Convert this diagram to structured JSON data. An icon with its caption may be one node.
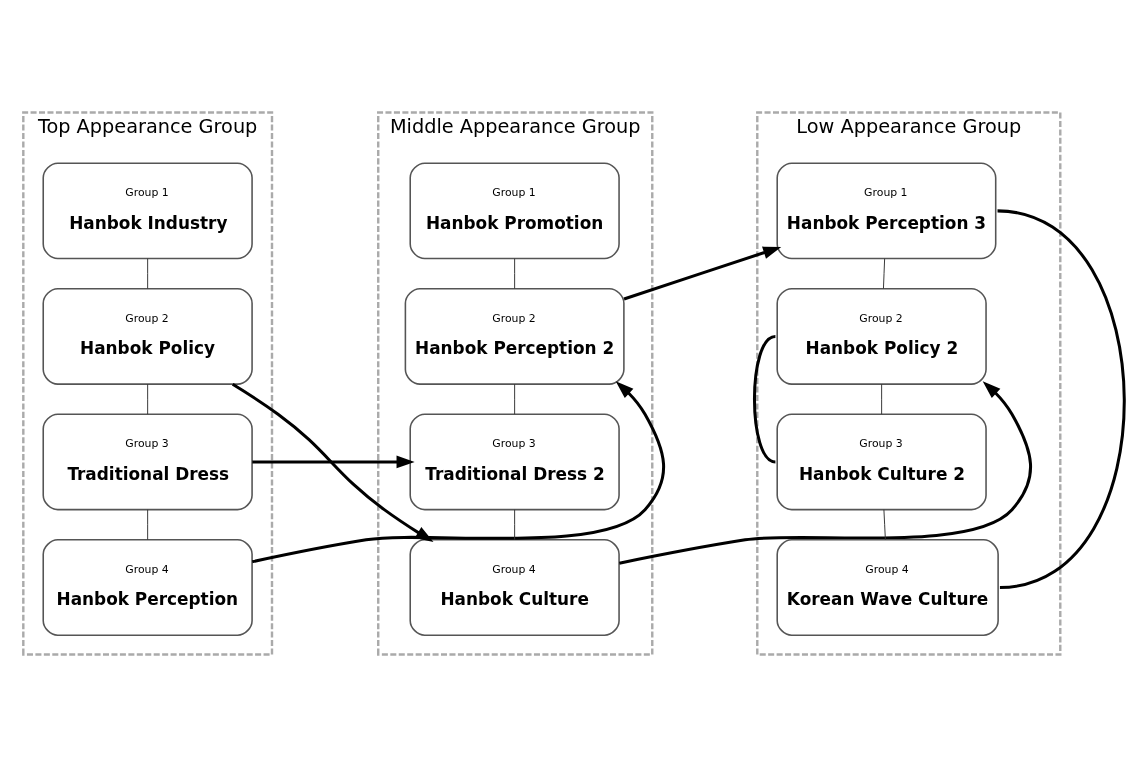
{
  "diagram": {
    "nodes": [
      {
        "text": [
          "Top Appearance Group"
        ]
      },
      {
        "text": [
          "Group 1",
          "Hanbok Industry"
        ],
        "in": 0
      },
      {
        "text": [
          "Group 2",
          "Hanbok Policy"
        ],
        "in": 0
      },
      {
        "text": [
          "Group 3",
          "Traditional Dress"
        ],
        "in": 0
      },
      {
        "text": [
          "Group 4",
          "Hanbok Perception"
        ],
        "in": 0
      },
      {
        "text": [
          "Middle Appearance Group"
        ]
      },
      {
        "text": [
          "Group 1",
          "Hanbok Promotion"
        ],
        "in": 5
      },
      {
        "text": [
          "Group 2",
          "Hanbok Perception 2"
        ],
        "in": 5
      },
      {
        "text": [
          "Group 3",
          "Traditional Dress 2"
        ],
        "in": 5
      },
      {
        "text": [
          "Group 4",
          "Hanbok Culture"
        ],
        "in": 5
      },
      {
        "text": [
          "Low Appearance Group"
        ]
      },
      {
        "text": [
          "Group 1",
          "Hanbok Perception 3"
        ],
        "in": 10
      },
      {
        "text": [
          "Group 2",
          "Hanbok Policy 2"
        ],
        "in": 10
      },
      {
        "text": [
          "Group 3",
          "Hanbok Culture 2"
        ],
        "in": 10
      },
      {
        "text": [
          "Group 4",
          "Korean Wave Culture"
        ],
        "in": 10
      }
    ],
    "edges": [
      {
        "from": 1,
        "to": 2,
        "arrow": "none"
      },
      {
        "from": 2,
        "to": 3,
        "arrow": "none"
      },
      {
        "from": 3,
        "to": 4,
        "arrow": "none"
      },
      {
        "from": 6,
        "to": 7,
        "arrow": "none"
      },
      {
        "from": 7,
        "to": 8,
        "arrow": "none"
      },
      {
        "from": 8,
        "to": 9,
        "arrow": "none"
      },
      {
        "from": 11,
        "to": 12,
        "arrow": "none"
      },
      {
        "from": 12,
        "to": 13,
        "arrow": "none"
      },
      {
        "from": 13,
        "to": 14,
        "arrow": "none"
      },
      {
        "from": 2,
        "to": 9,
        "arrow": "to",
        "style": "thick"
      },
      {
        "from": 3,
        "to": 8,
        "arrow": "to",
        "style": "thick"
      },
      {
        "from": 4,
        "to": 7,
        "arrow": "to",
        "style": "thick"
      },
      {
        "from": 7,
        "to": 11,
        "arrow": "to",
        "style": "thick"
      },
      {
        "from": 9,
        "to": 12,
        "arrow": "to",
        "style": "thick"
      },
      {
        "from": 11,
        "to": 14,
        "arrow": "none",
        "style": "thick"
      },
      {
        "from": 12,
        "to": 13,
        "arrow": "none",
        "style": "thick"
      }
    ]
  }
}
